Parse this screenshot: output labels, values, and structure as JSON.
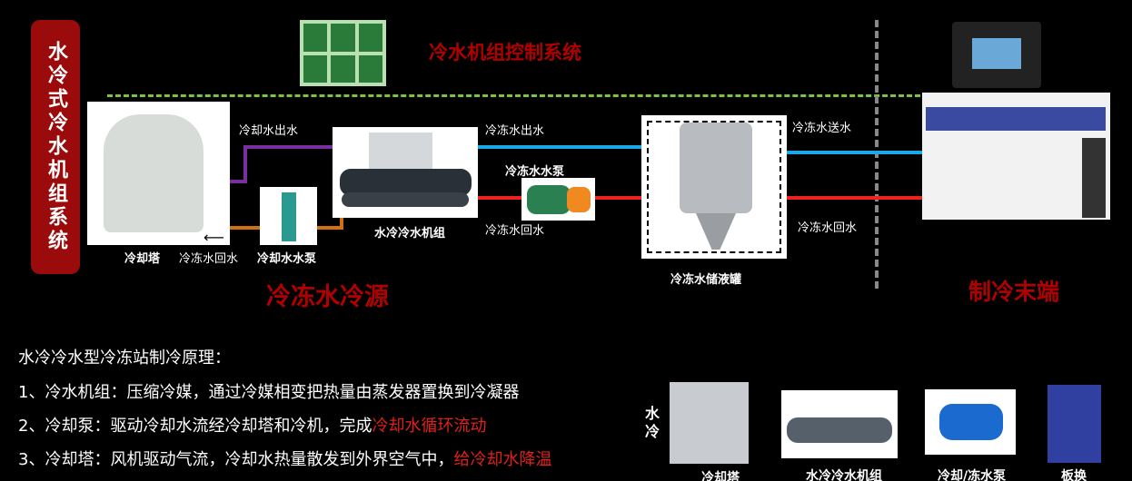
{
  "banner": "水冷式冷水机组系统",
  "control_title": "冷水机组控制系统",
  "labels": {
    "cooling_out": "冷却水出水",
    "chilled_out": "冷冻水出水",
    "chilled_pump": "冷冻水水泵",
    "chilled_return": "冷冻水回水",
    "chiller": "水冷冷水机组",
    "cooling_tower": "冷却塔",
    "return_left": "冷冻水回水",
    "cooling_pump": "冷却水水泵",
    "tank": "冷冻水储液罐",
    "supply": "冷冻水送水",
    "return_right": "冷冻水回水"
  },
  "section_source": "冷冻水冷源",
  "section_end": "制冷末端",
  "principle": {
    "title": "水冷冷水型冷冻站制冷原理：",
    "items": [
      {
        "text": "1、冷水机组：压缩冷媒，通过冷媒相变把热量由蒸发器置换到冷凝器",
        "highlight": ""
      },
      {
        "text": "2、冷却泵：驱动冷却水流经冷却塔和冷机，完成",
        "highlight": "冷却水循环流动"
      },
      {
        "text": "3、冷却塔：风机驱动气流，冷却水热量散发到外界空气中，",
        "highlight": "给冷却水降温"
      }
    ]
  },
  "equipment": {
    "side_label": "水冷",
    "items": [
      "冷却塔",
      "水冷冷水机组",
      "冷却/冻水泵",
      "板换"
    ]
  },
  "colors": {
    "banner": "#9b0b0b",
    "title_red": "#b00000",
    "cooling_out": "#7a2fa0",
    "cooling_return": "#d07010",
    "chilled_supply": "#19a8e8",
    "chilled_return": "#ee2020",
    "divider": "#7dc242"
  }
}
